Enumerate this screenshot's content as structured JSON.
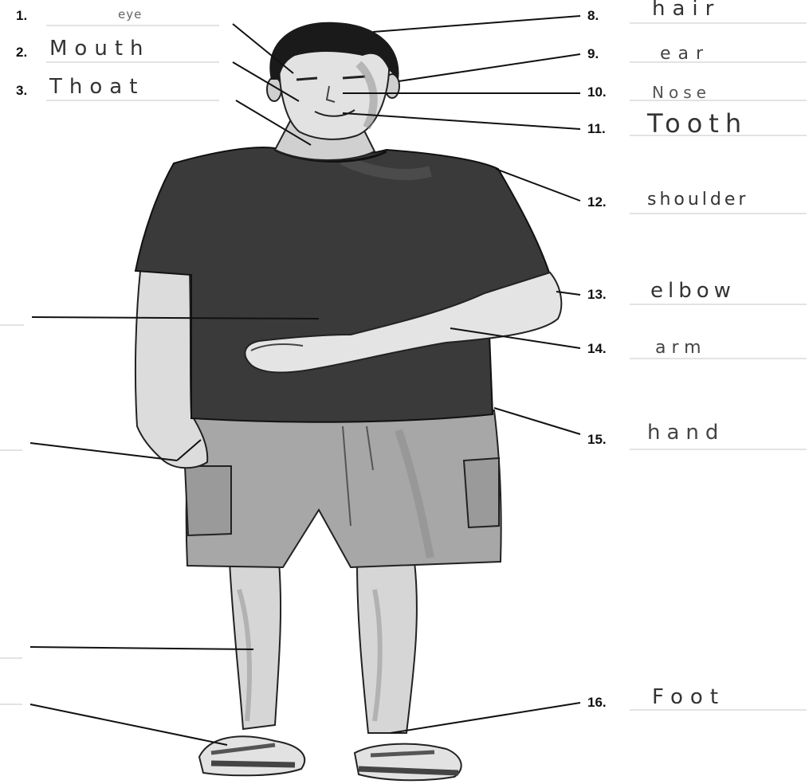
{
  "labels": [
    {
      "n": "1.",
      "answer": "eye"
    },
    {
      "n": "2.",
      "answer": "Mouth"
    },
    {
      "n": "3.",
      "answer": "Thoat"
    },
    {
      "n": "8.",
      "answer": "hair"
    },
    {
      "n": "9.",
      "answer": "ear"
    },
    {
      "n": "10.",
      "answer": "Nose"
    },
    {
      "n": "11.",
      "answer": "Tooth"
    },
    {
      "n": "12.",
      "answer": "shoulder"
    },
    {
      "n": "13.",
      "answer": "elbow"
    },
    {
      "n": "14.",
      "answer": "arm"
    },
    {
      "n": "15.",
      "answer": "hand"
    },
    {
      "n": "16.",
      "answer": "Foot"
    }
  ]
}
